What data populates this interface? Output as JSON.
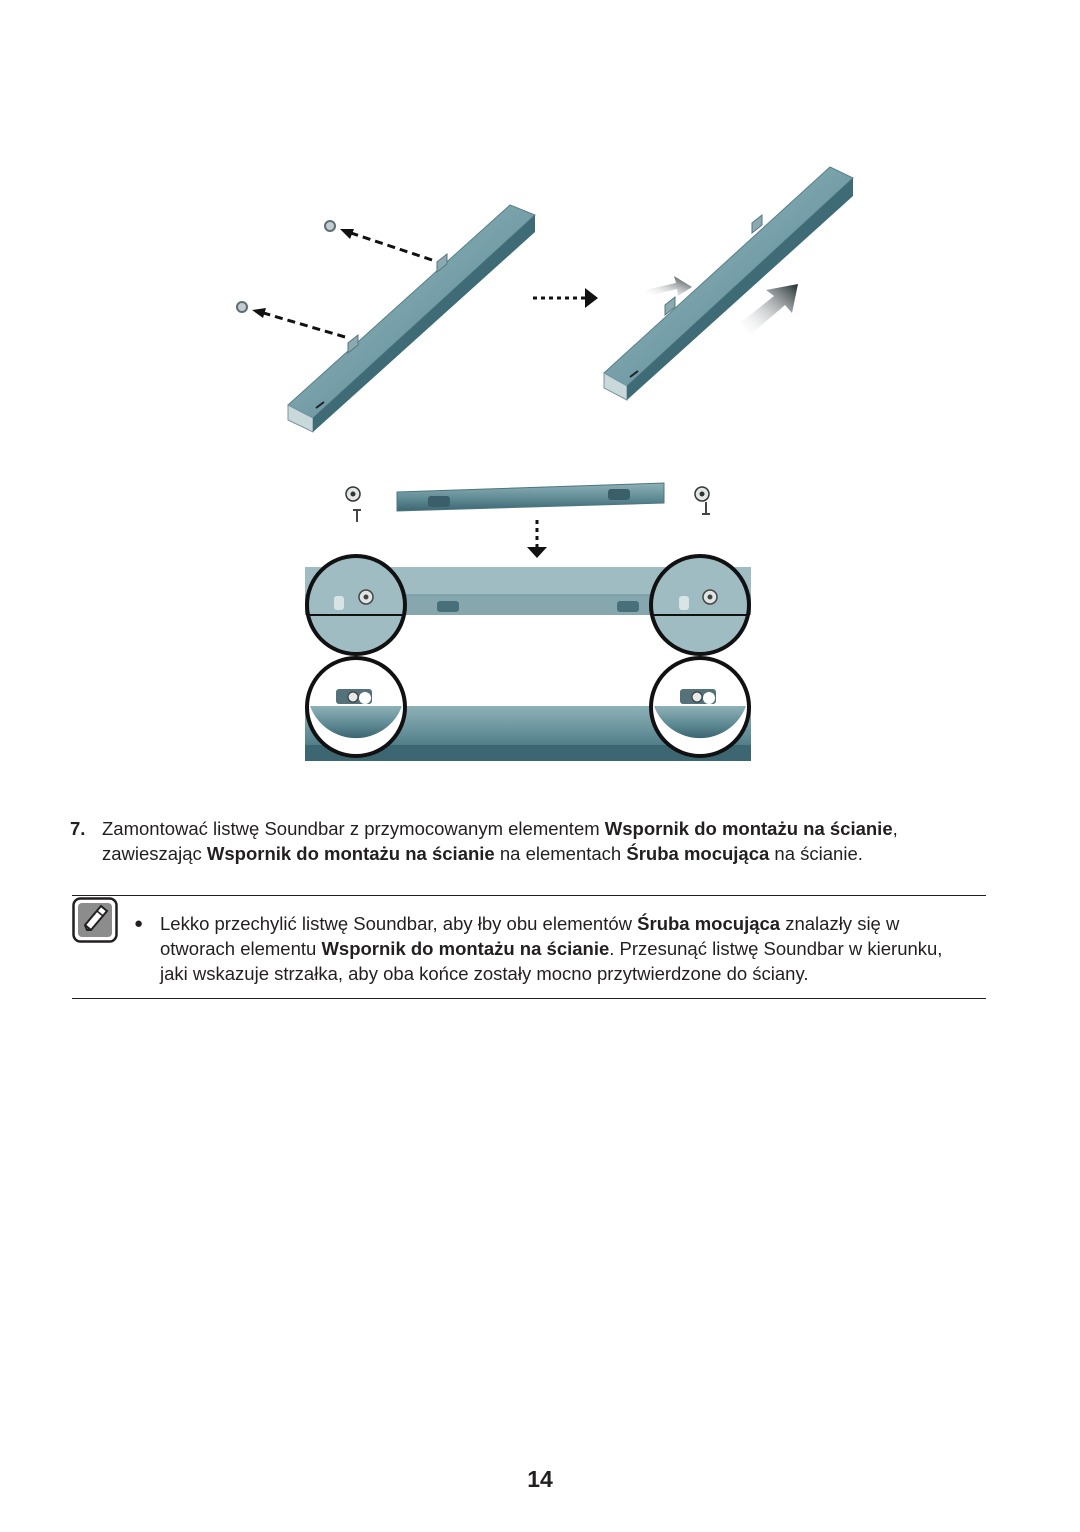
{
  "step": {
    "number": "7.",
    "t1": "Zamontować listwę Soundbar z przymocowanym elementem ",
    "b1": "Wspornik do montażu na ścianie",
    "t2": ", zawieszając ",
    "b2": "Wspornik do montażu na ścianie",
    "t3": " na elementach ",
    "b3": "Śruba mocująca",
    "t4": " na ścianie."
  },
  "note": {
    "icon": "note-pencil-icon",
    "bullet": "●",
    "t1": "Lekko przechylić listwę Soundbar, aby łby obu elementów ",
    "b1": "Śruba mocująca",
    "t2": " znalazły się w otworach elementu ",
    "b2": "Wspornik do montażu na ścianie",
    "t3": ". Przesunąć listwę Soundbar w kierunku, jaki wskazuje strzałka, aby oba końce zostały mocno przytwierdzone do ściany."
  },
  "page_number": "14",
  "colors": {
    "bar": "#6f9aa3",
    "bar_dark": "#3f6b77",
    "text": "#231f20"
  }
}
